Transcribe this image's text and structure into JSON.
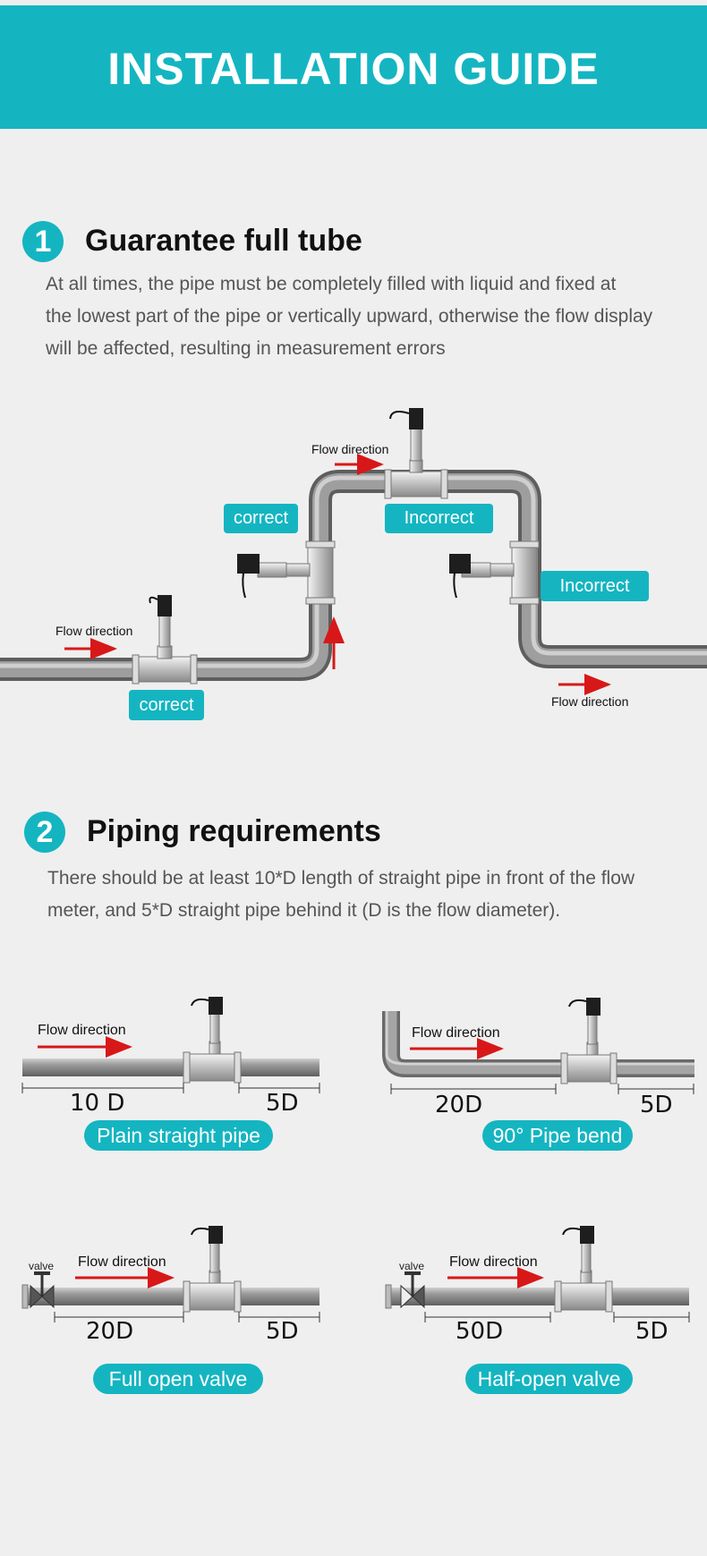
{
  "header": {
    "title": "INSTALLATION GUIDE"
  },
  "section1": {
    "number": "1",
    "title": "Guarantee full tube",
    "lines": [
      "At all times, the pipe must be completely filled with liquid and fixed at",
      "the lowest part of the pipe or vertically upward, otherwise the flow display",
      "will be affected, resulting in measurement errors"
    ],
    "labels": {
      "correct_vertical": "correct",
      "incorrect_top": "Incorrect",
      "incorrect_right": "Incorrect",
      "correct_bottom": "correct"
    },
    "flow_left": "Flow direction",
    "flow_top": "Flow direction",
    "flow_right": "Flow direction"
  },
  "section2": {
    "number": "2",
    "title": "Piping requirements",
    "lines": [
      "There should be at least 10*D length of straight pipe in front of the flow",
      "meter, and 5*D straight pipe behind it (D is the flow diameter)."
    ],
    "diagrams": {
      "straight": {
        "flow": "Flow direction",
        "before": "10 D",
        "after": "5D",
        "label": "Plain straight pipe"
      },
      "bend": {
        "flow": "Flow direction",
        "before": "20D",
        "after": "5D",
        "label": "90° Pipe bend"
      },
      "full_valve": {
        "valve": "valve",
        "flow": "Flow direction",
        "before": "20D",
        "after": "5D",
        "label": "Full open valve"
      },
      "half_valve": {
        "valve": "valve",
        "flow": "Flow direction",
        "before": "50D",
        "after": "5D",
        "label": "Half-open valve"
      }
    }
  },
  "colors": {
    "accent": "#14b5c1",
    "arrow": "#d81818",
    "pipe": "#8d8d8d"
  }
}
